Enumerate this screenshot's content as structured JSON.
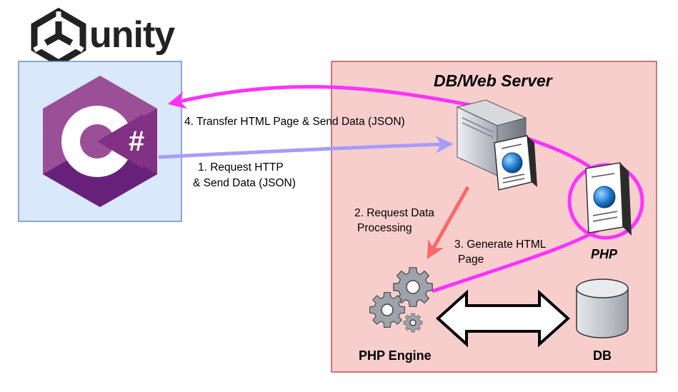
{
  "logo": {
    "word": "unity",
    "icon": "unity-cube-icon"
  },
  "client": {
    "icon": "csharp-logo-icon",
    "glyph": "#"
  },
  "server": {
    "title": "DB/Web Server",
    "server_icon": "server-tower-icon",
    "web_page_icon": "web-page-icon"
  },
  "php": {
    "label": "PHP",
    "icon": "php-page-icon"
  },
  "engine": {
    "label": "PHP Engine",
    "icon": "gears-icon"
  },
  "db": {
    "label": "DB",
    "icon": "database-cylinder-icon"
  },
  "steps": {
    "request": {
      "line1": "1. Request HTTP",
      "line2": "& Send Data (JSON)"
    },
    "processing": {
      "line1": "2. Request Data",
      "line2": "Processing"
    },
    "generate": {
      "line1": "3. Generate HTML",
      "line2": "Page"
    },
    "transfer": {
      "line1": "4. Transfer HTML Page & Send Data (JSON)"
    }
  },
  "colors": {
    "client_fill": "#dae8fc",
    "client_border": "#6c8ebf",
    "server_fill": "#f8cecc",
    "server_border": "#b85450",
    "magenta": "#ff33ff",
    "request_arrow": "#a89cff",
    "processing_arrow": "#ff6666",
    "csharp_purple": "#9b4f96",
    "csharp_dark": "#68217a"
  }
}
